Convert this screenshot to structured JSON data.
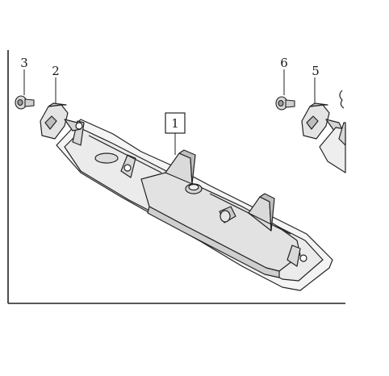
{
  "diagram": {
    "callouts": [
      {
        "id": "c1",
        "label": "1"
      },
      {
        "id": "c2",
        "label": "2"
      },
      {
        "id": "c3",
        "label": "3"
      },
      {
        "id": "c5",
        "label": "5"
      },
      {
        "id": "c6",
        "label": "6"
      }
    ]
  }
}
